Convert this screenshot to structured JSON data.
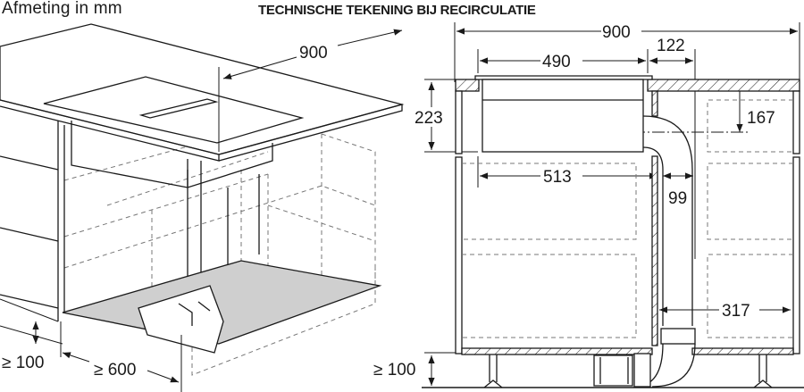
{
  "header": {
    "unit_caption": "Afmeting in mm",
    "title": "TECHNISCHE TEKENING BIJ RECIRCULATIE"
  },
  "perspective_view": {
    "dimensions": {
      "width": "900",
      "plinth_height": "≥ 100",
      "depth": "≥ 600"
    }
  },
  "section_view": {
    "dimensions": {
      "total_width": "900",
      "hob_cutout": "490",
      "duct_offset": "122",
      "hob_height": "223",
      "duct_axis_depth": "167",
      "hob_depth": "513",
      "duct_width": "99",
      "duct_clearance": "317",
      "plinth_height": "≥ 100"
    }
  },
  "colors": {
    "line": "#1a1a1a",
    "dashed": "#666666",
    "floor_plate": "#cfcfcf"
  }
}
